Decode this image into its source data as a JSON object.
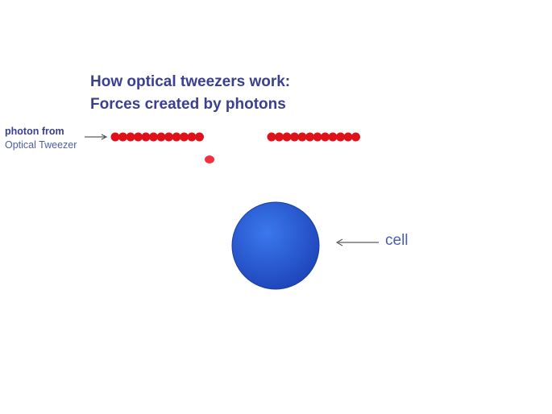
{
  "title_line1": "How optical tweezers work:",
  "title_line2": "Forces created by photons",
  "photon_label_line1": "photon from",
  "photon_label_line2": "Optical Tweezer",
  "cell_label": "cell",
  "colors": {
    "photon": "#e0101a",
    "cell": "#2a5fd8",
    "text": "#3b3f8f"
  }
}
